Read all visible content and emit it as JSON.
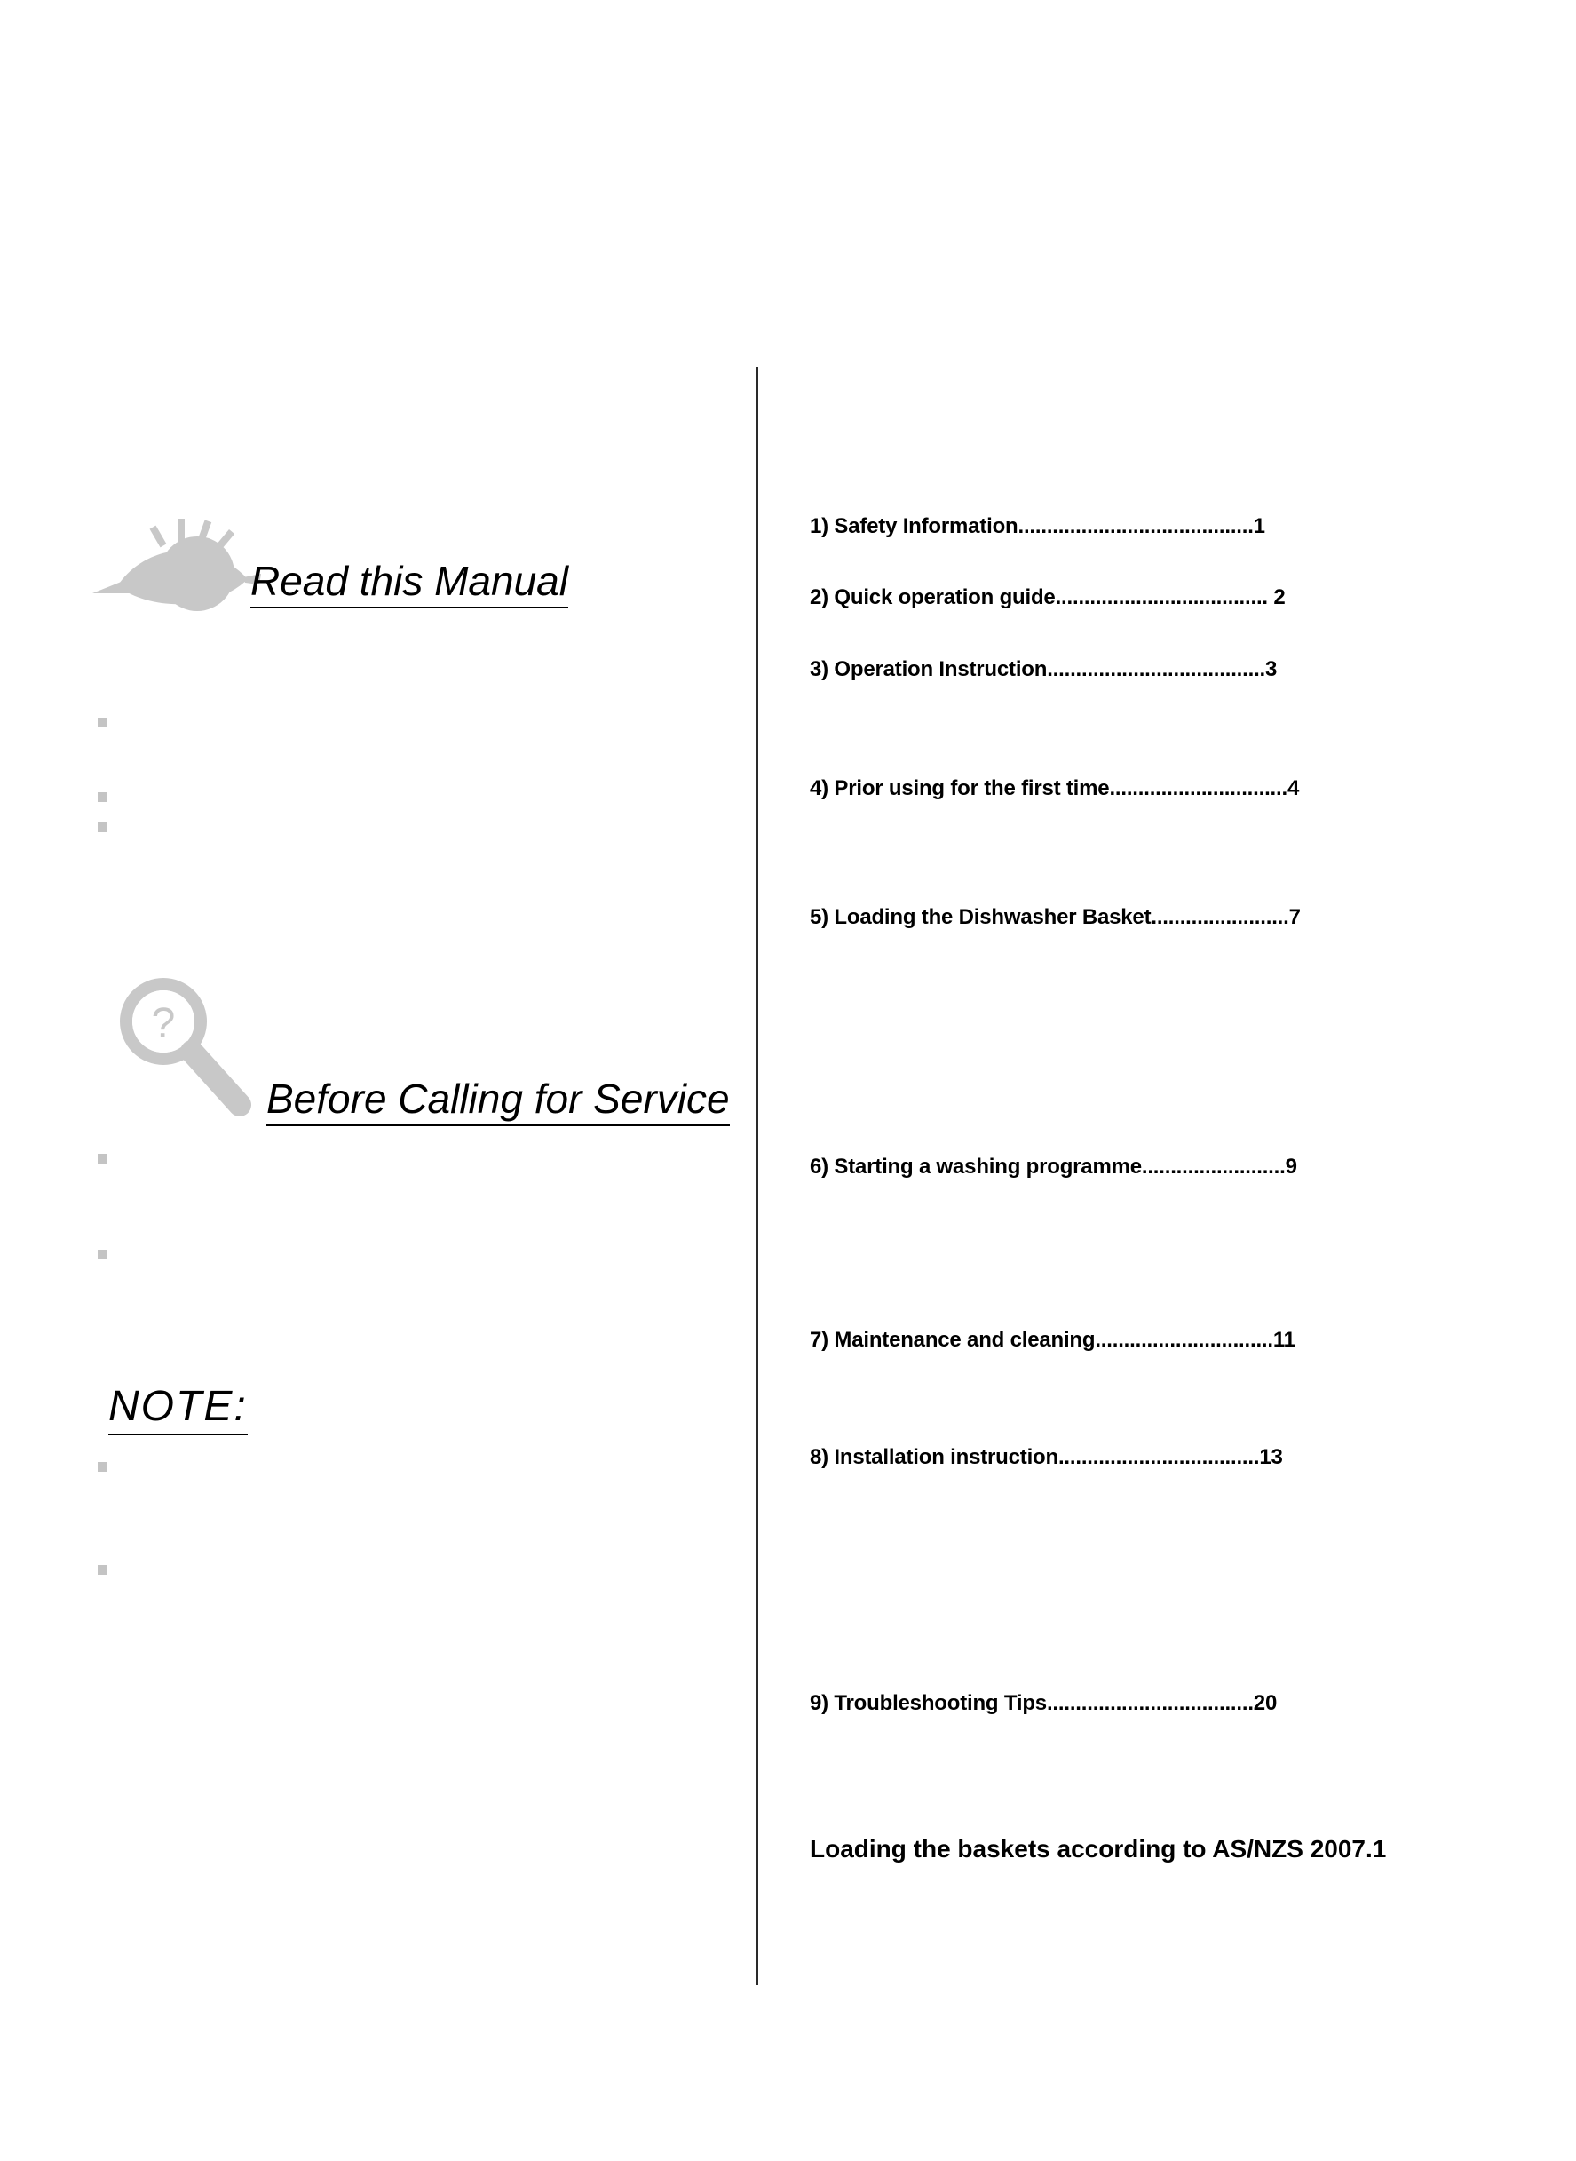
{
  "headings": {
    "read_manual": "Read this Manual",
    "before_service": "Before Calling for Service",
    "note": "NOTE:"
  },
  "icons": {
    "eye": "eye-icon",
    "magnifier": "magnifier-question-icon",
    "bullet": "square-bullet-icon"
  },
  "colors": {
    "icon_gray": "#c8c8c8",
    "bullet_gray": "#c4c4c4",
    "divider": "#2a2a2a"
  },
  "toc": [
    {
      "text": "1) Safety Information.........................................1"
    },
    {
      "text": "2) Quick operation guide..................................... 2"
    },
    {
      "text": "3) Operation Instruction......................................3"
    },
    {
      "text": "4) Prior using for the first time...............................4"
    },
    {
      "text": "5) Loading the Dishwasher Basket........................7"
    },
    {
      "text": "6) Starting a washing programme.........................9"
    },
    {
      "text": "7) Maintenance and cleaning...............................11"
    },
    {
      "text": "8) Installation instruction...................................13"
    },
    {
      "text": "9) Troubleshooting Tips....................................20"
    }
  ],
  "toc_footer": "Loading the baskets according to AS/NZS 2007.1"
}
